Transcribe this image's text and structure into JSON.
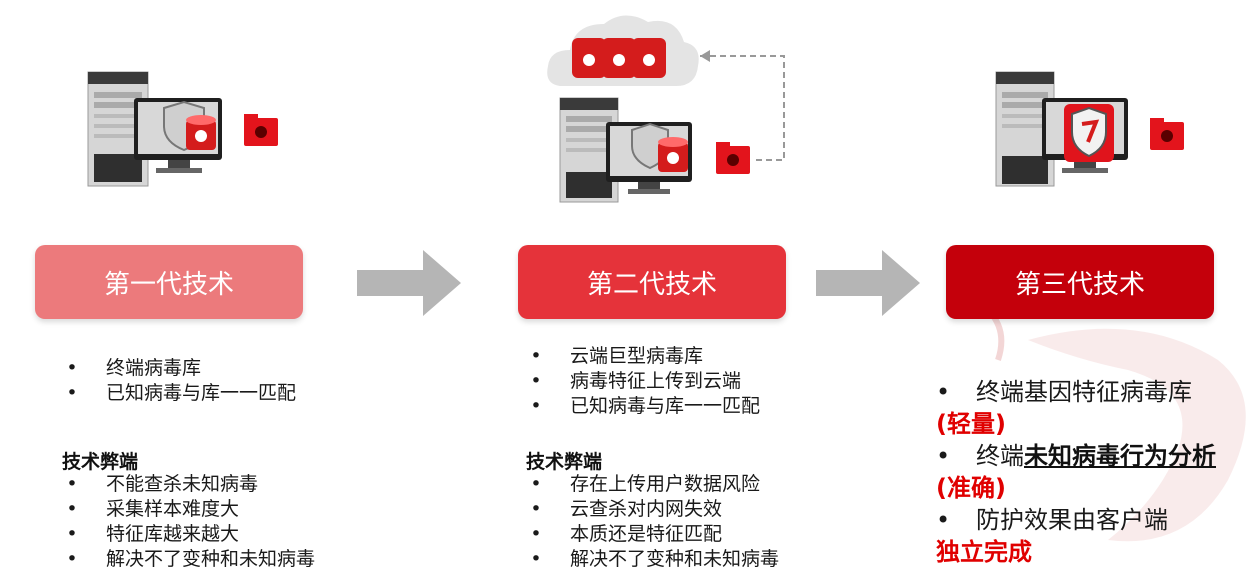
{
  "generations": [
    {
      "title": "第一代技术",
      "features": [
        "终端病毒库",
        "已知病毒与库一一匹配"
      ],
      "drawbacks_heading": "技术弊端",
      "drawbacks": [
        "不能查杀未知病毒",
        "采集样本难度大",
        "特征库越来越大",
        "解决不了变种和未知病毒"
      ]
    },
    {
      "title": "第二代技术",
      "features": [
        "云端巨型病毒库",
        "病毒特征上传到云端",
        "已知病毒与库一一匹配"
      ],
      "drawbacks_heading": "技术弊端",
      "drawbacks": [
        "存在上传用户数据风险",
        "云查杀对内网失效",
        "本质还是特征匹配",
        "解决不了变种和未知病毒"
      ]
    },
    {
      "title": "第三代技术",
      "points": [
        {
          "text": "终端基因特征病毒库",
          "emph": "",
          "note": "(轻量)"
        },
        {
          "text": "终端",
          "emph": "未知病毒行为分析",
          "note": "(准确)"
        },
        {
          "text": "防护效果由客户端",
          "emph": "",
          "note": "独立完成"
        }
      ]
    }
  ],
  "bullet": "•",
  "colors": {
    "gen1": "#ec7a7c",
    "gen2": "#e5333a",
    "gen3": "#c4000b",
    "arrow": "#b5b5b5",
    "accent": "#e00000"
  },
  "icons": [
    "server-computer-icon",
    "shield-icon",
    "virus-database-icon",
    "infected-folder-icon",
    "cloud-database-icon",
    "dashed-upload-arrow",
    "next-arrow-icon"
  ]
}
